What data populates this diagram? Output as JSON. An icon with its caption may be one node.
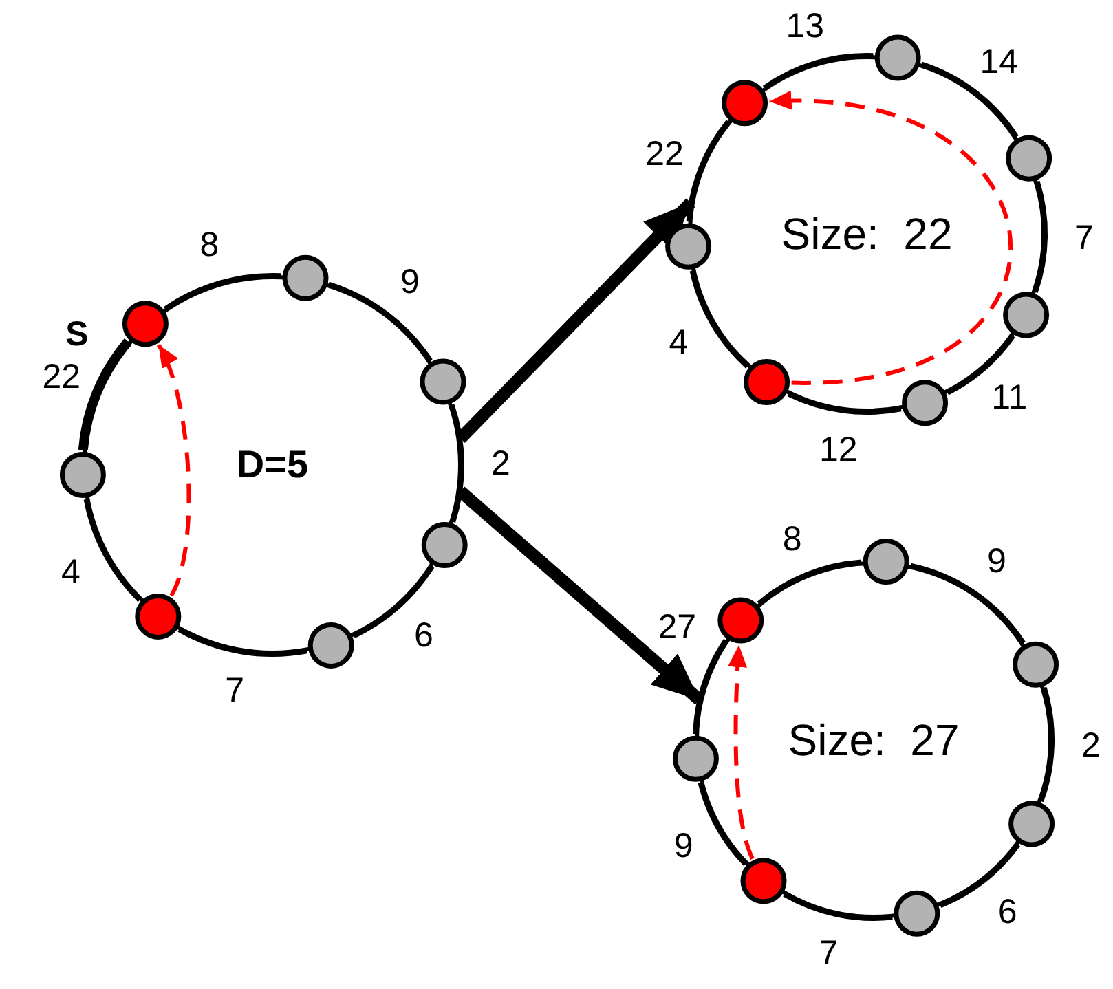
{
  "diagram": {
    "nodes": [
      {
        "text": [
          "D=5"
        ]
      },
      {
        "text": [],
        "shape": "circle",
        "in": 0
      },
      {
        "text": [],
        "shape": "circle",
        "in": 0
      },
      {
        "text": [],
        "shape": "circle",
        "in": 0
      },
      {
        "text": [],
        "shape": "circle",
        "in": 0
      },
      {
        "text": [],
        "shape": "circle",
        "in": 0
      },
      {
        "text": [],
        "shape": "circle",
        "in": 0
      },
      {
        "text": [],
        "shape": "circle",
        "in": 0
      },
      {
        "text": [
          "Size:  22"
        ]
      },
      {
        "text": [],
        "shape": "circle",
        "in": 8
      },
      {
        "text": [],
        "shape": "circle",
        "in": 8
      },
      {
        "text": [],
        "shape": "circle",
        "in": 8
      },
      {
        "text": [],
        "shape": "circle",
        "in": 8
      },
      {
        "text": [],
        "shape": "circle",
        "in": 8
      },
      {
        "text": [],
        "shape": "circle",
        "in": 8
      },
      {
        "text": [],
        "shape": "circle",
        "in": 8
      },
      {
        "text": [
          "Size:  27"
        ]
      },
      {
        "text": [],
        "shape": "circle",
        "in": 16
      },
      {
        "text": [],
        "shape": "circle",
        "in": 16
      },
      {
        "text": [],
        "shape": "circle",
        "in": 16
      },
      {
        "text": [],
        "shape": "circle",
        "in": 16
      },
      {
        "text": [],
        "shape": "circle",
        "in": 16
      },
      {
        "text": [],
        "shape": "circle",
        "in": 16
      },
      {
        "text": [],
        "shape": "circle",
        "in": 16
      }
    ],
    "edges": [
      {
        "from": 1,
        "to": 2,
        "arrow": "none",
        "label": "8"
      },
      {
        "from": 2,
        "to": 3,
        "arrow": "none",
        "label": "9"
      },
      {
        "from": 3,
        "to": 4,
        "arrow": "none",
        "label": "2"
      },
      {
        "from": 4,
        "to": 5,
        "arrow": "none",
        "label": "6"
      },
      {
        "from": 5,
        "to": 6,
        "arrow": "none",
        "label": "7"
      },
      {
        "from": 6,
        "to": 7,
        "arrow": "none",
        "label": "4"
      },
      {
        "from": 7,
        "to": 1,
        "arrow": "none",
        "label": "22",
        "style": "thick"
      },
      {
        "from": 6,
        "to": 1,
        "arrow": "to",
        "style": "dashed",
        "color": "#ff0000"
      },
      {
        "from": 9,
        "to": 10,
        "arrow": "none",
        "label": "13"
      },
      {
        "from": 10,
        "to": 11,
        "arrow": "none",
        "label": "14"
      },
      {
        "from": 11,
        "to": 12,
        "arrow": "none",
        "label": "7"
      },
      {
        "from": 12,
        "to": 13,
        "arrow": "none",
        "label": "11"
      },
      {
        "from": 13,
        "to": 14,
        "arrow": "none",
        "label": "12"
      },
      {
        "from": 14,
        "to": 15,
        "arrow": "none",
        "label": "4"
      },
      {
        "from": 15,
        "to": 9,
        "arrow": "none",
        "label": "22"
      },
      {
        "from": 14,
        "to": 9,
        "arrow": "to",
        "style": "dashed",
        "color": "#ff0000"
      },
      {
        "from": 17,
        "to": 18,
        "arrow": "none",
        "label": "8"
      },
      {
        "from": 18,
        "to": 19,
        "arrow": "none",
        "label": "9"
      },
      {
        "from": 19,
        "to": 20,
        "arrow": "none",
        "label": "2"
      },
      {
        "from": 20,
        "to": 21,
        "arrow": "none",
        "label": "6"
      },
      {
        "from": 21,
        "to": 22,
        "arrow": "none",
        "label": "7"
      },
      {
        "from": 22,
        "to": 23,
        "arrow": "none",
        "label": "9"
      },
      {
        "from": 23,
        "to": 17,
        "arrow": "none",
        "label": "27"
      },
      {
        "from": 22,
        "to": 17,
        "arrow": "to",
        "style": "dashed",
        "color": "#ff0000"
      },
      {
        "from": 0,
        "to": 8,
        "arrow": "to",
        "style": "thick"
      },
      {
        "from": 0,
        "to": 16,
        "arrow": "to",
        "style": "thick"
      }
    ],
    "labels": [
      "S"
    ]
  }
}
